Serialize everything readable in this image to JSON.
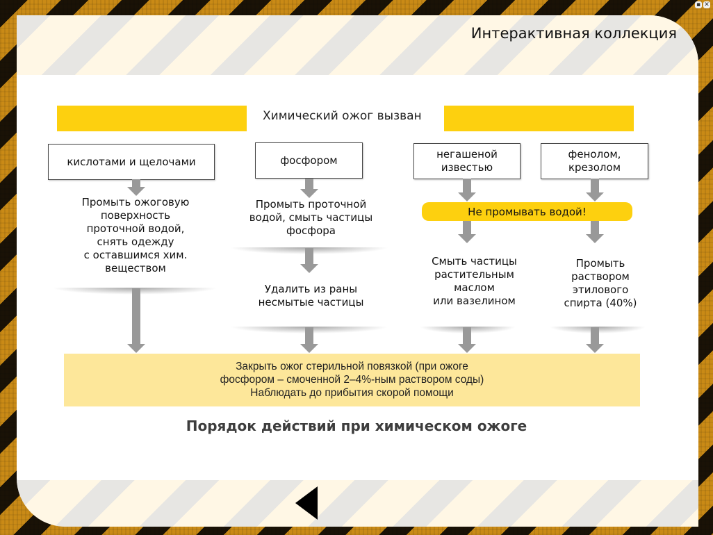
{
  "window": {
    "title": "Интерактивная коллекция",
    "buttons": [
      {
        "name": "minimize",
        "icon": "minimize-icon",
        "glyph": "▪"
      },
      {
        "name": "close",
        "icon": "close-icon",
        "glyph": "✕"
      }
    ]
  },
  "colors": {
    "accent_yellow": "#fdd00f",
    "final_box_yellow": "#fde79a",
    "arrow_gray": "#999999",
    "caption_gray": "#3d3d3d"
  },
  "diagram": {
    "header": "Химический ожог вызван",
    "causes": [
      {
        "label": "кислотами и щелочами"
      },
      {
        "label": "фосфором"
      },
      {
        "label": "негашеной\nизвестью"
      },
      {
        "label": "фенолом,\nкрезолом"
      }
    ],
    "warning": "Не промывать водой!",
    "steps": {
      "acids": [
        "Промыть ожоговую\nповерхность\nпроточной водой,\nснять одежду\nс оставшимся хим.\nвеществом"
      ],
      "phosphorus": [
        "Промыть проточной\nводой, смыть частицы\nфосфора",
        "Удалить из раны\nнесмытые частицы"
      ],
      "lime": [
        "Смыть частицы\nрастительным\nмаслом\nили вазелином"
      ],
      "phenol": [
        "Промыть\nраствором\nэтилового\nспирта (40%)"
      ]
    },
    "final": [
      "Закрыть ожог стерильной повязкой (при ожоге",
      "фосфором – смоченной 2–4%-ным раствором соды)",
      "Наблюдать до прибытия скорой помощи"
    ]
  },
  "caption": "Порядок действий при химическом ожоге",
  "navigation": {
    "back_icon": "triangle-left-icon"
  }
}
